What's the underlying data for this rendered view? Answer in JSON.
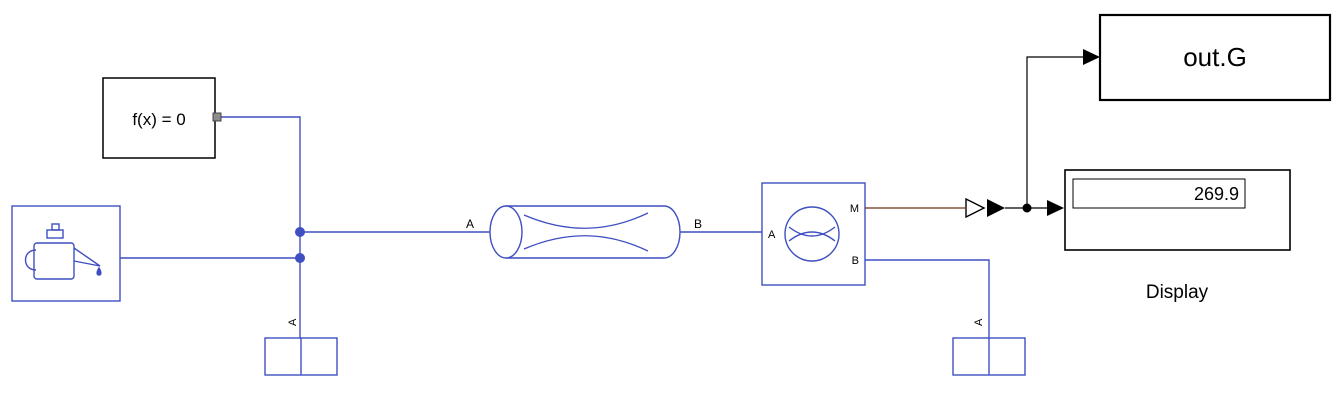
{
  "canvas": {
    "background": "#ffffff"
  },
  "colors": {
    "physical_line": "#3f4fc1",
    "ps_line": "#6e3119",
    "signal_line": "#000000",
    "block_border": "#000000"
  },
  "blocks": {
    "solver": {
      "label": "f(x) = 0"
    },
    "pipe": {
      "port_a": "A",
      "port_b": "B"
    },
    "flow_meter": {
      "port_a": "A",
      "port_m": "M",
      "port_b": "B"
    },
    "port_left": {
      "label": "A"
    },
    "port_right": {
      "label": "A"
    },
    "outport": {
      "label": "out.G"
    },
    "display": {
      "value": "269.9",
      "label": "Display"
    }
  }
}
